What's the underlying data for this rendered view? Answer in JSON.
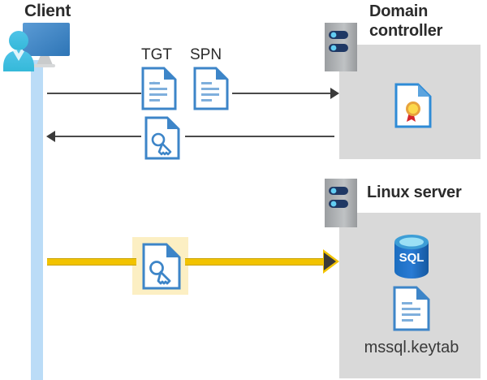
{
  "diagram": {
    "title_client": "Client",
    "title_domain_controller": "Domain\ncontroller",
    "title_linux_server": "Linux server"
  },
  "labels": {
    "tgt": "TGT",
    "spn": "SPN",
    "keytab_file": "mssql.keytab",
    "sql_text": "SQL"
  },
  "icons": {
    "client": "client-computer-user-icon",
    "dc_rack": "server-rack-icon",
    "lx_rack": "server-rack-icon",
    "tgt_doc": "document-icon",
    "spn_doc": "document-icon",
    "key_doc_request": "document-key-icon",
    "key_doc_ticket": "document-key-icon",
    "certificate": "certificate-document-icon",
    "sql_database": "sql-database-icon",
    "keytab_doc": "document-icon"
  },
  "flows": {
    "request": "arrow-right-dark",
    "response": "arrow-left-dark",
    "service_ticket": "arrow-right-yellow"
  },
  "colors": {
    "panel_gray": "#D9D9D9",
    "lifeline_blue": "#BBDCF7",
    "highlight_yellow": "#FCEFC3",
    "arrow_yellow": "#F2C300",
    "arrow_dark": "#3A3A3A",
    "doc_blue": "#3D85C8",
    "sql_blue": "#1C69B8",
    "title_text": "#2B2B2B"
  }
}
